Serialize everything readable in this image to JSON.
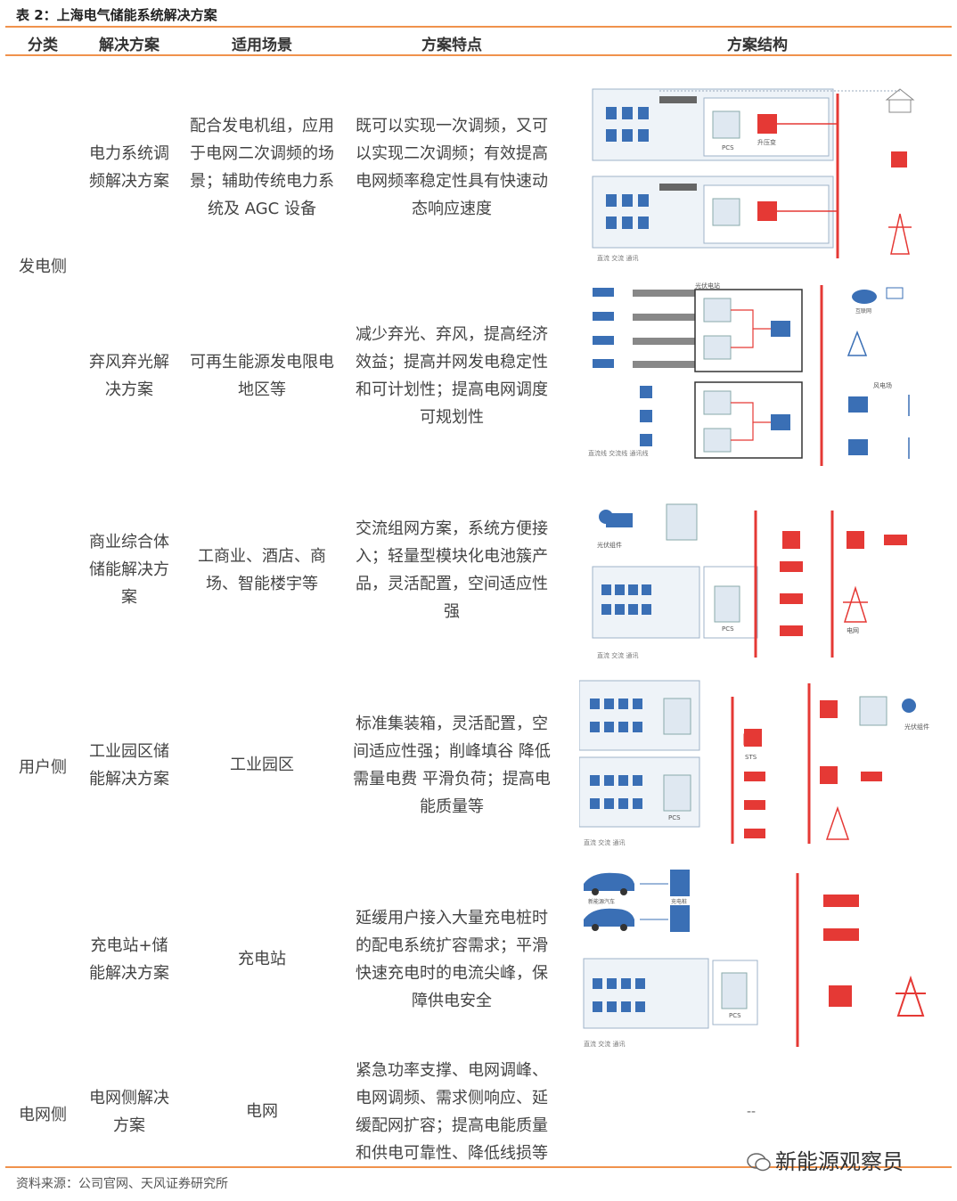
{
  "table": {
    "title": "表 2：上海电气储能系统解决方案",
    "headers": [
      "分类",
      "解决方案",
      "适用场景",
      "方案特点",
      "方案结构"
    ],
    "categories": [
      "发电侧",
      "用户侧",
      "电网侧"
    ],
    "rows": [
      {
        "solution": "电力系统调频解决方案",
        "scene": "配合发电机组，应用于电网二次调频的场景；辅助传统电力系统及 AGC 设备",
        "features": "既可以实现一次调频，又可以实现二次调频；有效提高电网频率稳定性具有快速动态响应速度"
      },
      {
        "solution": "弃风弃光解决方案",
        "scene": "可再生能源发电限电地区等",
        "features": "减少弃光、弃风，提高经济效益；提高并网发电稳定性和可计划性；提高电网调度可规划性"
      },
      {
        "solution": "商业综合体储能解决方案",
        "scene": "工商业、酒店、商场、智能楼宇等",
        "features": "交流组网方案，系统方便接入；轻量型模块化电池簇产品，灵活配置，空间适应性强"
      },
      {
        "solution": "工业园区储能解决方案",
        "scene": "工业园区",
        "features": "标准集装箱，灵活配置，空间适应性强；削峰填谷 降低需量电费 平滑负荷；提高电能质量等"
      },
      {
        "solution": "充电站+储能解决方案",
        "scene": "充电站",
        "features": "延缓用户接入大量充电桩时的配电系统扩容需求；平滑快速充电时的电流尖峰，保障供电安全"
      },
      {
        "solution": "电网侧解决方案",
        "scene": "电网",
        "features": "紧急功率支撑、电网调峰、电网调频、需求侧响应、延缓配网扩容；提高电能质量和供电可靠性、降低线损等",
        "structure": "--"
      }
    ]
  },
  "diagrams": {
    "d1": {
      "labels": {
        "pcs": "PCS",
        "boost": "升压变",
        "legend": "直流 交流 通讯"
      }
    },
    "d2": {
      "labels": {
        "pv": "光伏电站",
        "wind": "风电场",
        "cloud": "互联网",
        "legend": "直流线 交流线 通讯线"
      }
    },
    "d3": {
      "labels": {
        "pv": "光伏组件",
        "pcs": "PCS",
        "grid": "电网",
        "legend": "直流 交流 通讯"
      }
    },
    "d4": {
      "labels": {
        "pv": "光伏组件",
        "pcs": "PCS",
        "sts": "STS",
        "legend": "直流 交流 通讯"
      }
    },
    "d5": {
      "labels": {
        "ev": "新能源汽车",
        "charger": "充电桩",
        "pcs": "PCS",
        "legend": "直流 交流 通讯"
      }
    }
  },
  "footer": {
    "source": "资料来源：公司官网、天风证券研究所",
    "watermark": "新能源观察员"
  },
  "colors": {
    "accent": "#f0924c",
    "dc": "#3a6fb5",
    "ac": "#e53935",
    "bg_panel": "#eef3f8"
  }
}
